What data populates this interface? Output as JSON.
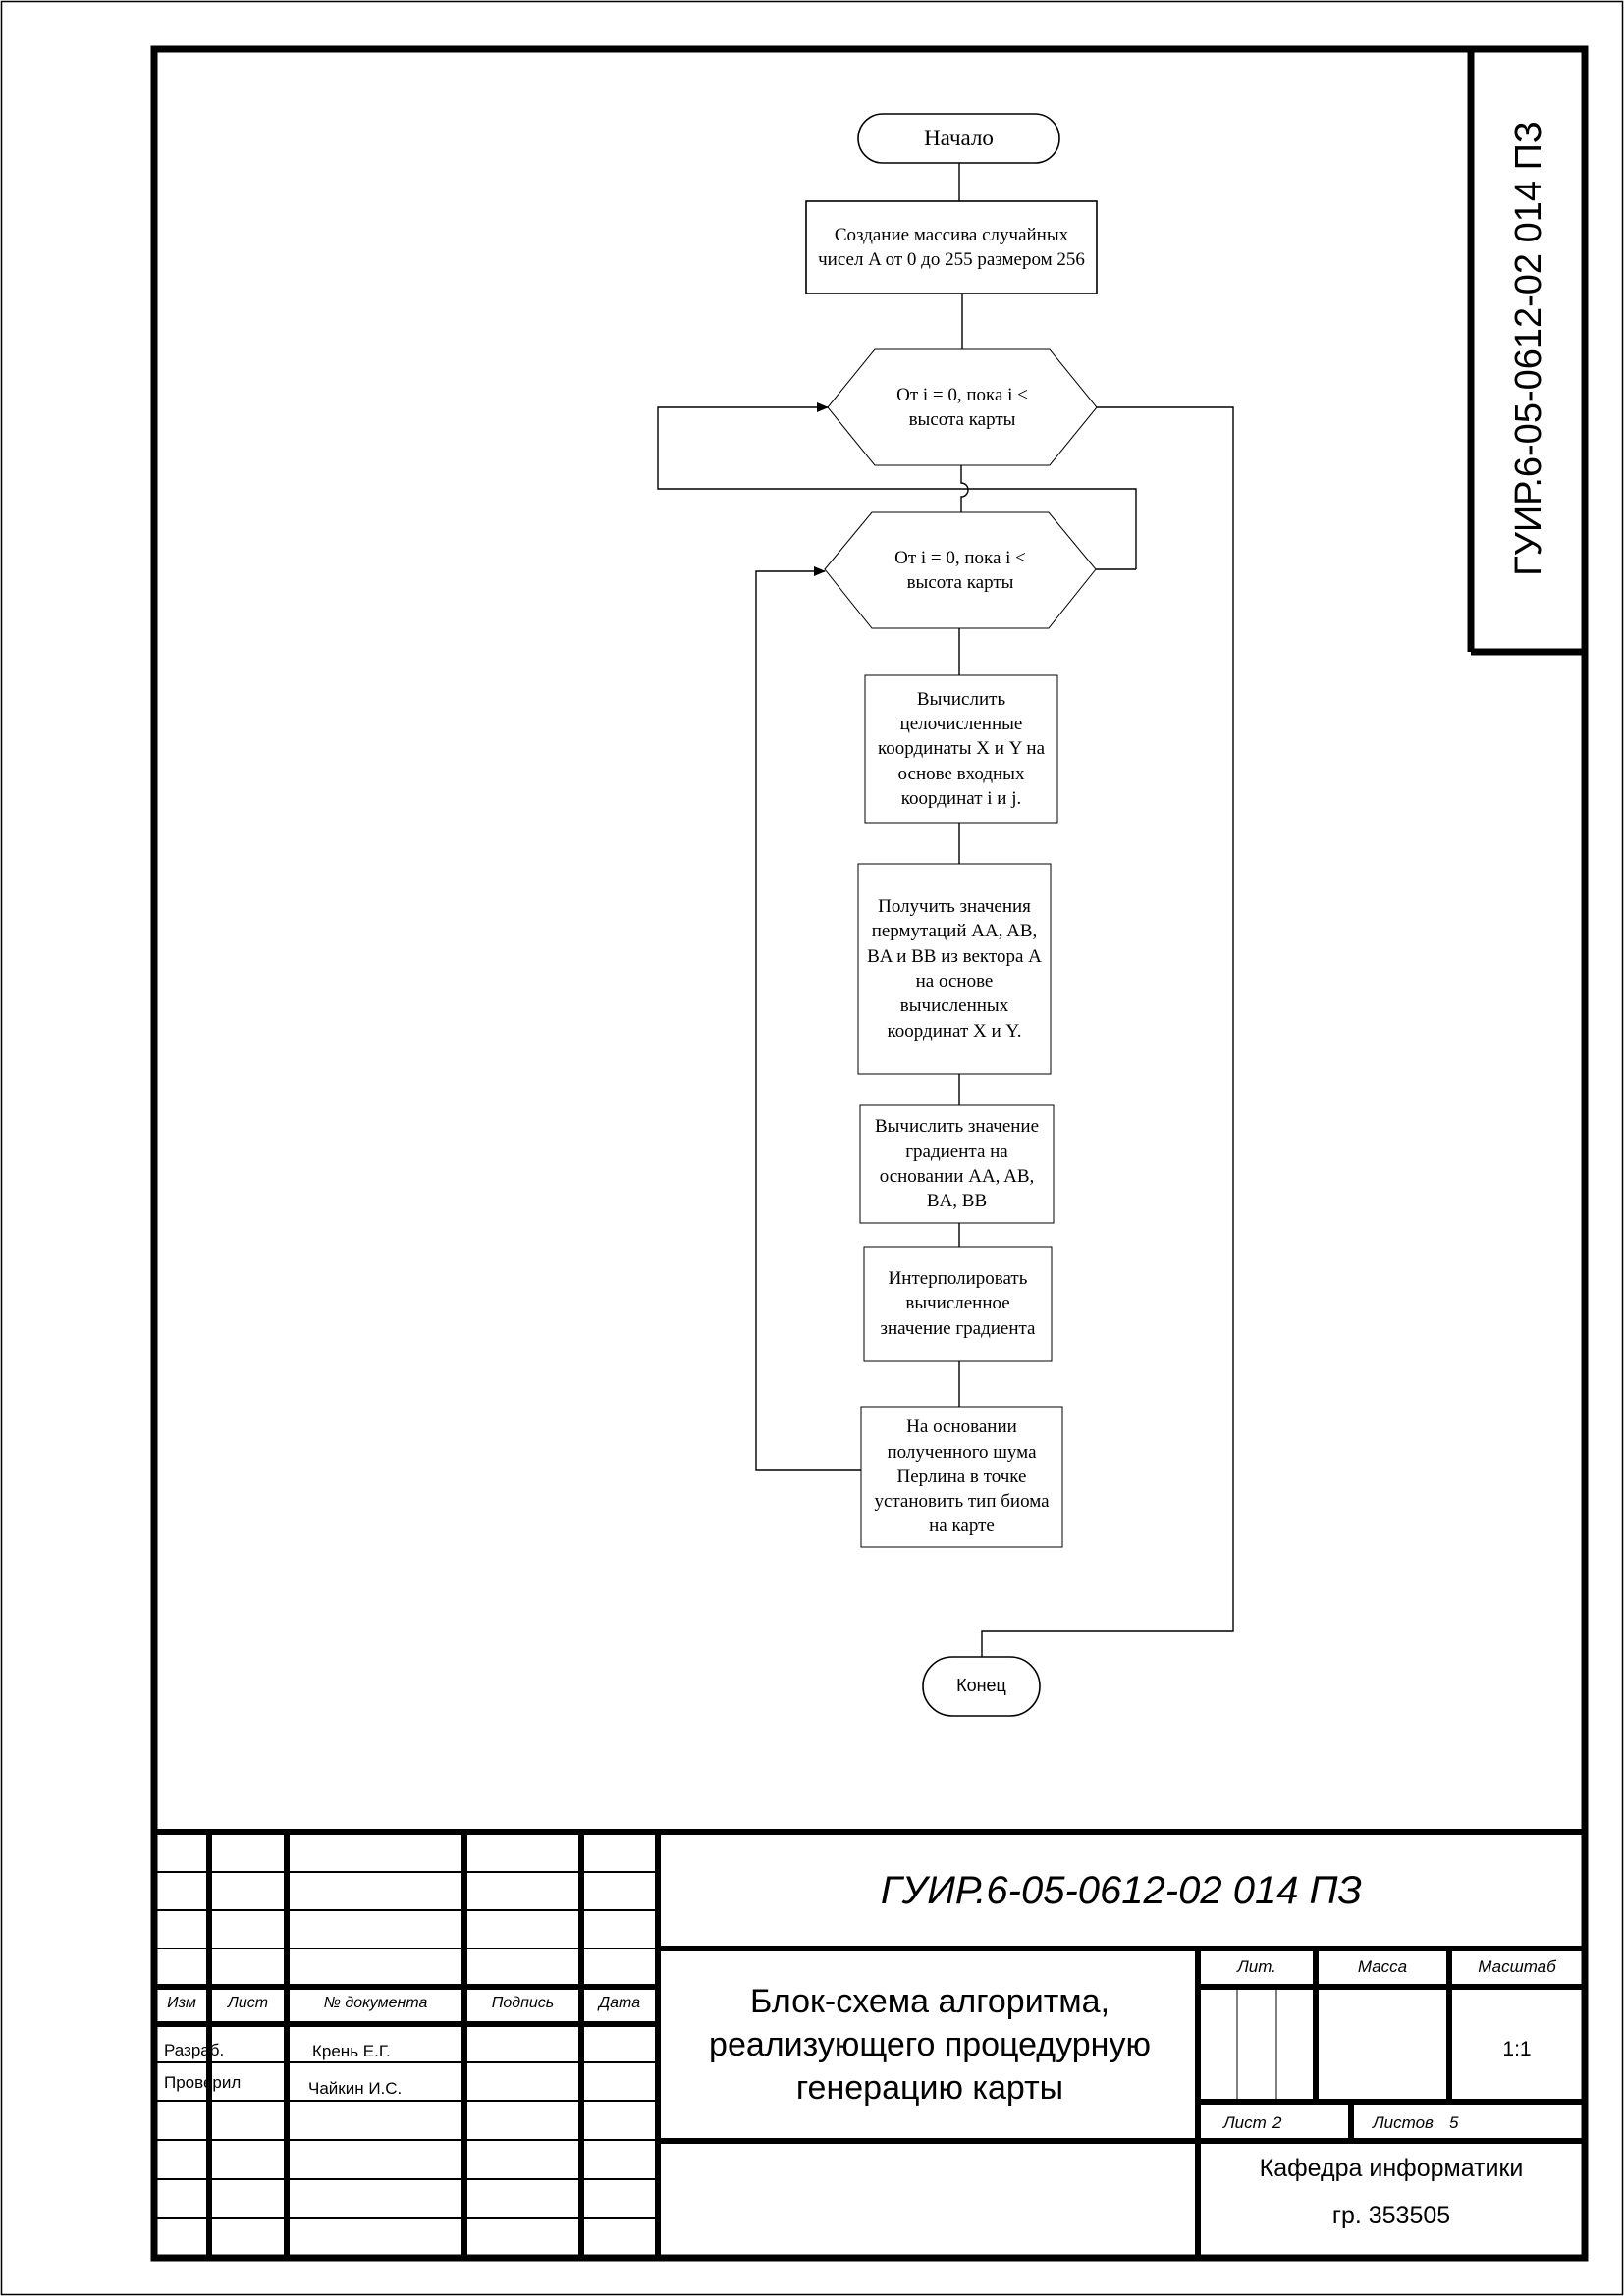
{
  "flowchart": {
    "start": "Начало",
    "init_block": "Создание массива случайных чисел A от 0 до 255 размером 256",
    "outer_loop": "От i = 0, пока i < высота карты",
    "inner_loop": "От i = 0, пока i < высота карты",
    "step_coordinates": "Вычислить целочисленные координаты X и Y на основе входных координат i и j.",
    "step_permutations": "Получить значения пермутаций AA, AB, BA и BB из вектора A на основе вычисленных координат X и Y.",
    "step_gradient": "Вычислить значение градиента на основании AA, AB, BA, BB",
    "step_interpolate": "Интерполировать вычисленное значение градиента",
    "step_biome": "На основании полученного шума Перлина в точке установить тип биома на карте",
    "end": "Конец"
  },
  "stamp": {
    "doc_code": "ГУИР.6-05-0612-02 014 ПЗ",
    "side_code": "ГУИР.6-05-0612-02 014 ПЗ",
    "title": "Блок-схема алгоритма, реализующего процедурную генерацию карты",
    "headers": {
      "izm": "Изм",
      "list": "Лист",
      "doc_no": "№ документа",
      "signature": "Подпись",
      "date": "Дата"
    },
    "roles": {
      "developer": "Разраб.",
      "checker": "Проверил"
    },
    "names": {
      "developer": "Крень Е.Г.",
      "checker": "Чайкин И.С."
    },
    "lit_label": "Лит.",
    "mass_label": "Масса",
    "scale_label": "Масштаб",
    "scale_value": "1:1",
    "sheet_label": "Лист",
    "sheet_value": "2",
    "sheets_label": "Листов",
    "sheets_value": "5",
    "department": "Кафедра информатики",
    "group": "гр. 353505"
  }
}
